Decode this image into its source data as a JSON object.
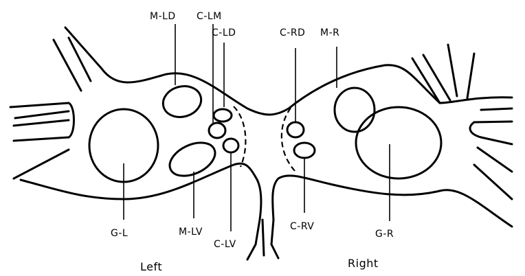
{
  "labels": {
    "m_ld": "M-LD",
    "c_lm": "C-LM",
    "c_ld": "C-LD",
    "c_rd": "C-RD",
    "m_r": "M-R",
    "g_l": "G-L",
    "m_lv": "M-LV",
    "c_lv": "C-LV",
    "c_rv": "C-RV",
    "g_r": "G-R"
  },
  "sides": {
    "left": "Left",
    "right": "Right"
  }
}
